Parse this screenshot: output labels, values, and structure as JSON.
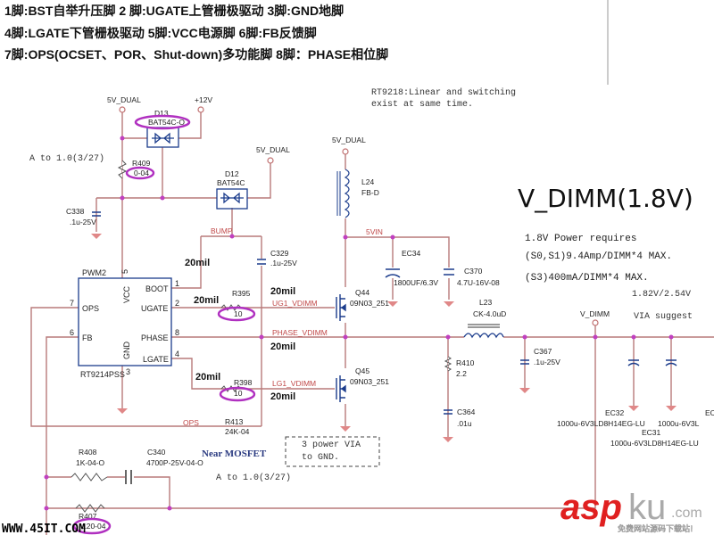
{
  "header_notes": [
    "1脚:BST自举升压脚   2 脚:UGATE上管栅极驱动  3脚:GND地脚",
    "4脚:LGATE下管栅极驱动   5脚:VCC电源脚   6脚:FB反馈脚",
    "7脚:OPS(OCSET、POR、Shut-down)多功能脚   8脚：PHASE相位脚"
  ],
  "note_rt9218": [
    "RT9218:Linear and switching",
    "exist at same time."
  ],
  "title": "V_DIMM(1.8V)",
  "requirements": [
    "1.8V Power  requires",
    "(S0,S1)9.4Amp/DIMM*4 MAX.",
    "(S3)400mA/DIMM*4 MAX."
  ],
  "voltage_note": "1.82V/2.54V",
  "via_note": "VIA suggest",
  "revision_note": "A to 1.0(3/27)",
  "near_mosfet": "Near MOSFET",
  "power_via_note": [
    "3 power VIA",
    "to GND."
  ],
  "nets": {
    "v5_dual": "5V_DUAL",
    "v12": "+12V",
    "bump": "BUMP",
    "v5in": "5VIN",
    "ug1": "UG1_VDIMM",
    "phase": "PHASE_VDIMM",
    "lg1": "LG1_VDIMM",
    "ops": "OPS",
    "vdimm": "V_DIMM"
  },
  "trace_width": "20mil",
  "ic": {
    "ref": "PWM2",
    "part": "RT9214PSS",
    "pins": {
      "boot": "BOOT",
      "ugate": "UGATE",
      "phase": "PHASE",
      "lgate": "LGATE",
      "ops": "OPS",
      "fb": "FB",
      "vcc": "VCC",
      "gnd": "GND"
    },
    "pin_numbers": {
      "boot": "1",
      "ugate": "2",
      "phase": "8",
      "lgate": "4",
      "ops": "7",
      "fb": "6",
      "vcc": "5",
      "gnd": "3"
    }
  },
  "components": {
    "d13": {
      "ref": "D13",
      "value": "BAT54C-O"
    },
    "d12": {
      "ref": "D12",
      "value": "BAT54C"
    },
    "r409": {
      "ref": "R409",
      "value": "0-04"
    },
    "c338": {
      "ref": "C338",
      "value": ".1u-25V"
    },
    "c329": {
      "ref": "C329",
      "value": ".1u-25V"
    },
    "r395": {
      "ref": "R395",
      "value": "10"
    },
    "r398": {
      "ref": "R398",
      "value": "10"
    },
    "r413": {
      "ref": "R413",
      "value": "24K-04"
    },
    "l24": {
      "ref": "L24",
      "value": "FB-D"
    },
    "ec34": {
      "ref": "EC34",
      "value": "1800UF/6.3V"
    },
    "c370": {
      "ref": "C370",
      "value": "4.7U-16V-08"
    },
    "q44": {
      "ref": "Q44",
      "value": "09N03_251"
    },
    "q45": {
      "ref": "Q45",
      "value": "09N03_251"
    },
    "l23": {
      "ref": "L23",
      "value": "CK-4.0uD"
    },
    "r410": {
      "ref": "R410",
      "value": "2.2"
    },
    "c364": {
      "ref": "C364",
      "value": ".01u"
    },
    "c367": {
      "ref": "C367",
      "value": ".1u-25V"
    },
    "ec32": {
      "ref": "EC32",
      "value": "1000u-6V3LD8H14EG-LU"
    },
    "ec31": {
      "ref": "EC31",
      "value": "1000u-6V3LD8H14EG-LU"
    },
    "ec_cut": {
      "ref": "EC",
      "value": "1000u-6V3L"
    },
    "r408": {
      "ref": "R408",
      "value": "1K-04-O"
    },
    "c340": {
      "ref": "C340",
      "value": "4700P-25V-04-O"
    },
    "r407": {
      "ref": "R407",
      "value": "120-04"
    }
  },
  "watermarks": {
    "left": "WWW.45IT.COM",
    "brand_asp": "asp",
    "brand_ku": "ku",
    "brand_com": ".com",
    "brand_tagline": "免费网站源码下载站!"
  },
  "colors": {
    "wire": "#b87a7a",
    "junction": "#c040c0",
    "component": "#1b3c8c",
    "highlight": "#b030c0"
  }
}
